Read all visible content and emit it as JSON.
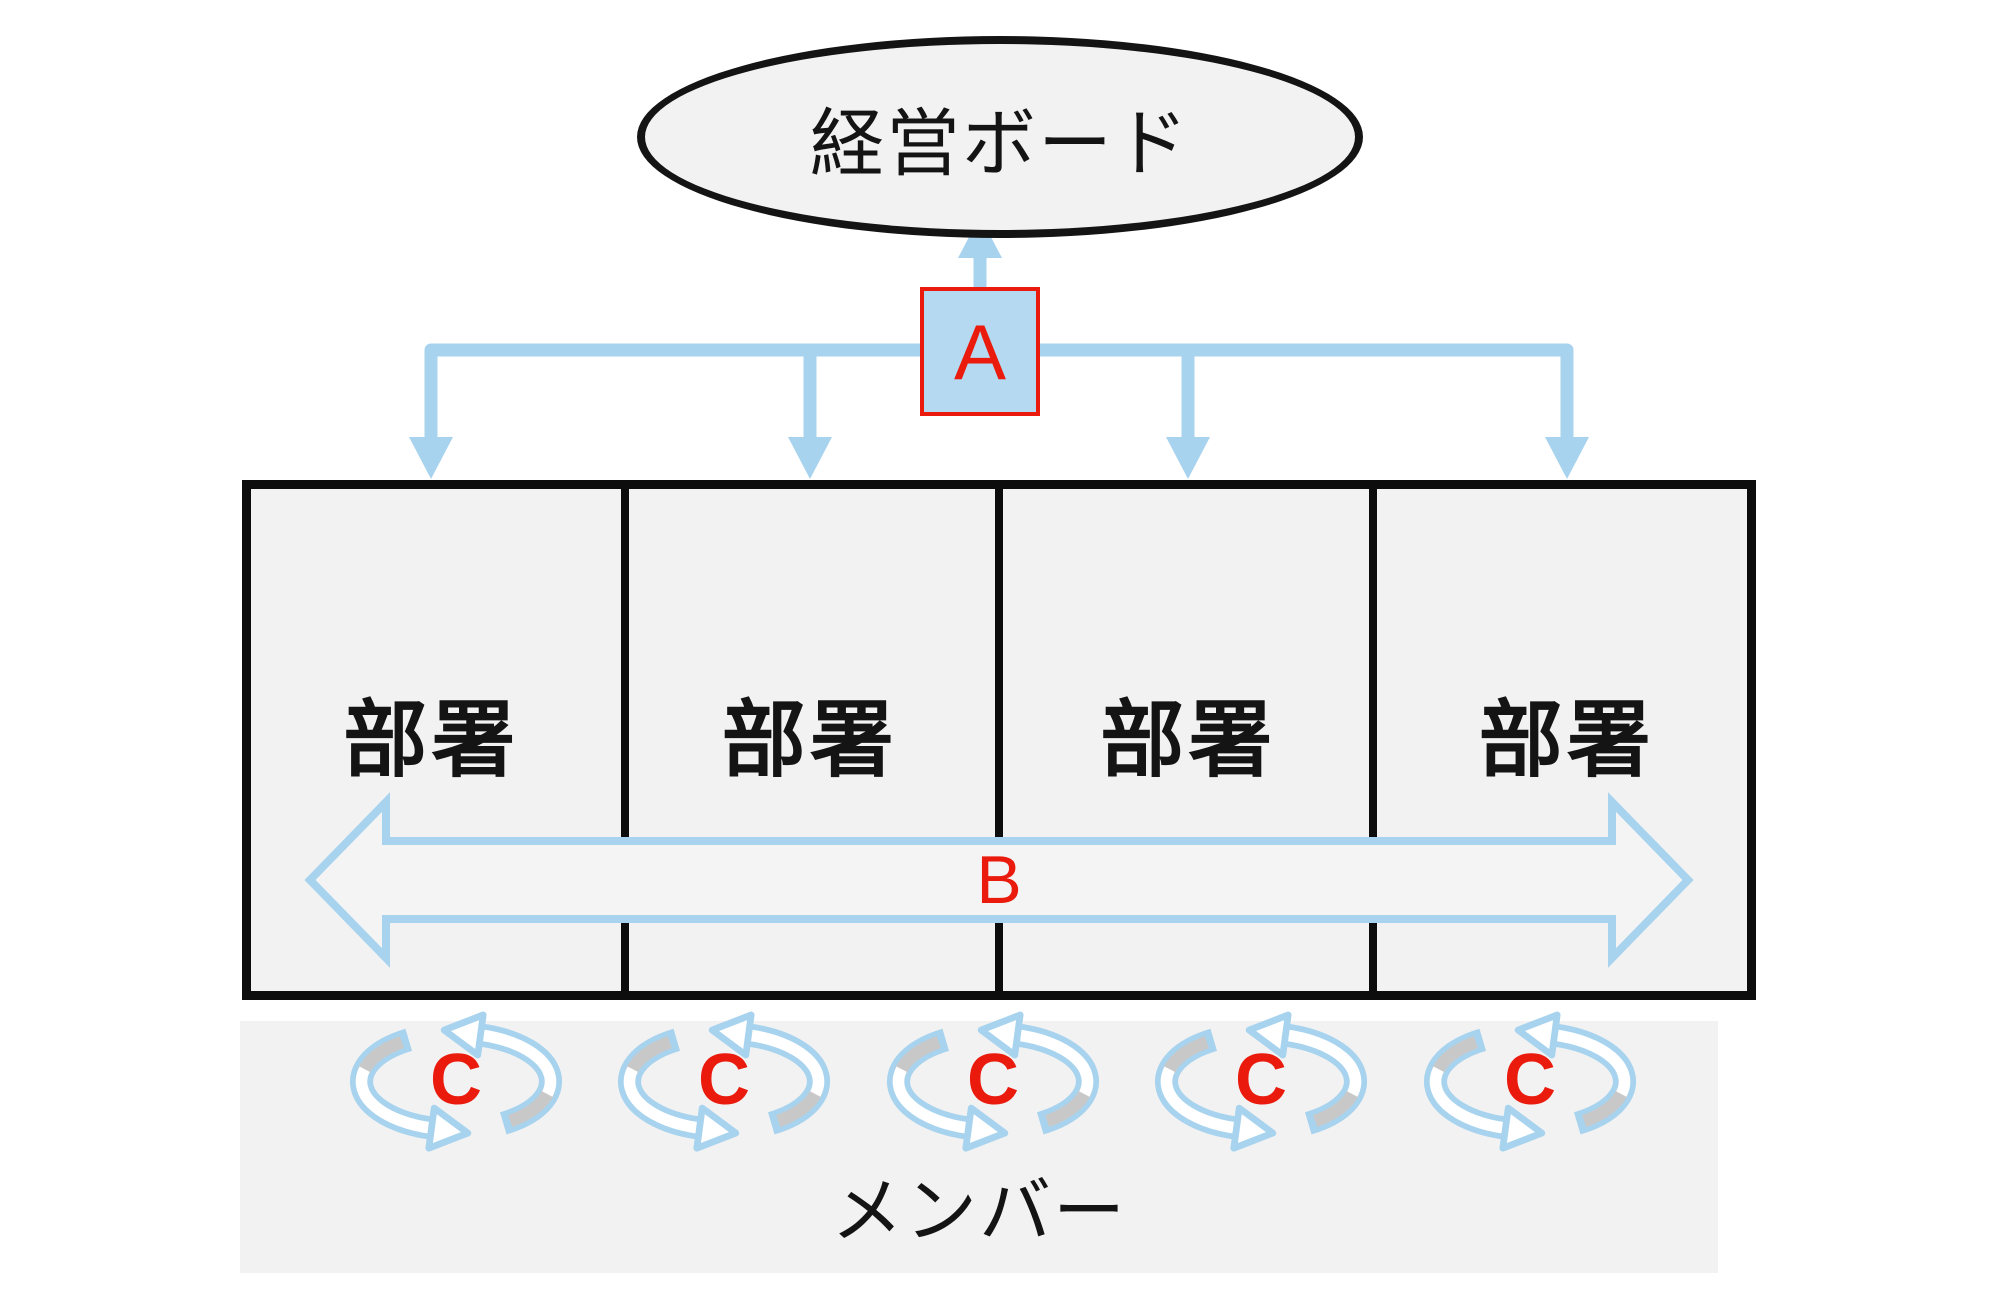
{
  "diagram": {
    "board_label": "経営ボード",
    "connector_labels": {
      "a": "A",
      "b": "B",
      "c": "C"
    },
    "departments": [
      "部署",
      "部署",
      "部署",
      "部署"
    ],
    "members_label": "メンバー",
    "colors": {
      "blue": "#a8d3ee",
      "blue_fill": "#b5d9f0",
      "red": "#ea1a0d",
      "panel": "#f2f2f2",
      "panel_arrow": "#f4f4f4",
      "ink": "#141414",
      "border_black": "#0d0d0d",
      "shadow": "#c8c8c8"
    }
  }
}
